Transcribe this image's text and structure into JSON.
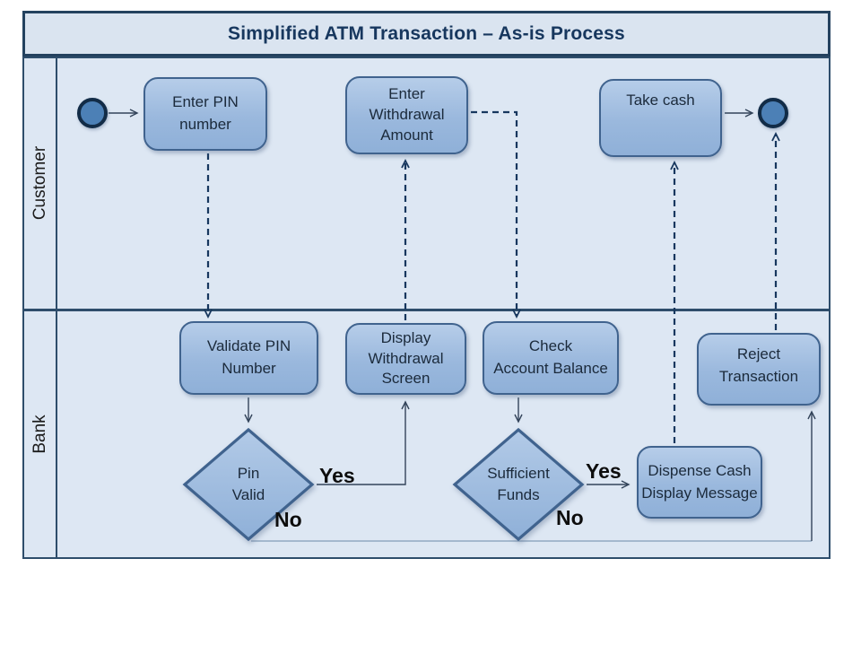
{
  "title": "Simplified ATM Transaction – As-is Process",
  "lanes": {
    "customer": "Customer",
    "bank": "Bank"
  },
  "nodes": {
    "enter_pin": "Enter PIN\nnumber",
    "enter_withdrawal": "Enter\nWithdrawal\nAmount",
    "take_cash": "Take cash",
    "validate_pin": "Validate PIN\nNumber",
    "display_withdrawal": "Display\nWithdrawal\nScreen",
    "check_balance": "Check\nAccount Balance",
    "reject_transaction": "Reject\nTransaction",
    "dispense_cash": "Dispense Cash\nDisplay Message",
    "pin_valid": "Pin\nValid",
    "sufficient_funds": "Sufficient\nFunds"
  },
  "edge_labels": {
    "pin_valid_yes": "Yes",
    "pin_valid_no": "No",
    "sufficient_yes": "Yes",
    "sufficient_no": "No"
  },
  "colors": {
    "lane_fill": "#dde7f3",
    "title_fill": "#dae4f0",
    "frame_border": "#2e4d6b",
    "shape_fill_top": "#b6cde9",
    "shape_fill_bottom": "#8fb0d8",
    "shape_border": "#40638e",
    "terminal_fill": "#4c80b6",
    "terminal_border": "#122c47",
    "dashed_connector": "#17375e",
    "title_text": "#17375e"
  }
}
